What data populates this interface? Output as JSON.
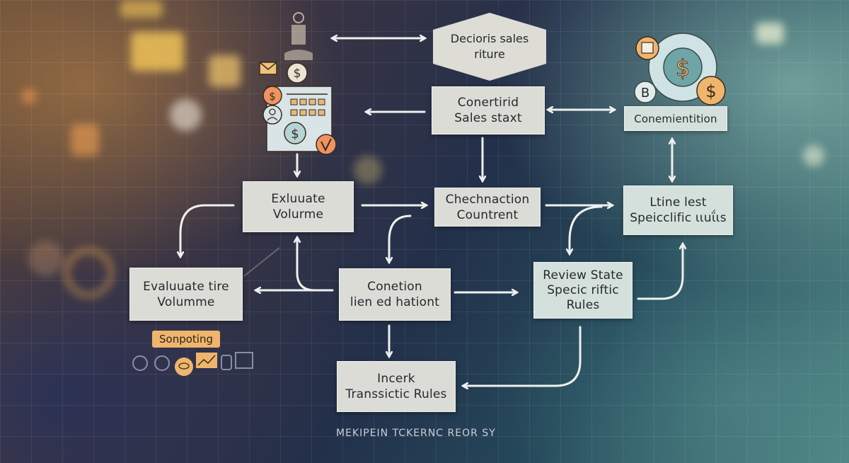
{
  "diagram": {
    "type": "flowchart",
    "footer": "MEKIPEIN TCKERNC REOR SY",
    "nodes": [
      {
        "id": "decision",
        "shape": "diamond",
        "line1": "Decioris sales",
        "line2": "riture"
      },
      {
        "id": "convert",
        "line1": "Conertirid",
        "line2": "Sales staxt"
      },
      {
        "id": "conemention",
        "line1": "Conemientition"
      },
      {
        "id": "evaluate-volume",
        "line1": "Exluuate",
        "line2": "Volurme"
      },
      {
        "id": "check-content",
        "line1": "Chechnaction",
        "line2": "Countrent"
      },
      {
        "id": "line-test",
        "line1": "Ltine lest",
        "line2": "Speicclific ιιuΐιs"
      },
      {
        "id": "evaluate-tire",
        "line1": "Evaluuate tire",
        "line2": "Volumme"
      },
      {
        "id": "conetion",
        "line1": "Conetion",
        "line2": "lien ed hationt"
      },
      {
        "id": "review-state",
        "line1": "Review State",
        "line2": "Specic riftic",
        "line3": "Rules"
      },
      {
        "id": "incerk",
        "line1": "Incerk",
        "line2": "Transsictic Rules"
      }
    ],
    "badge": "Sonpoting",
    "icons": [
      "dollar-coin-icon",
      "envelope-icon",
      "person-icon",
      "checklist-icon",
      "checkmark-icon",
      "bitcoin-icon",
      "trend-chart-icon",
      "speech-bubble-icon"
    ],
    "colors": {
      "node_bg": "#dcdcd6",
      "node_text": "#262a2e",
      "arrow": "#eef0ee",
      "accent_orange": "#efb56c",
      "coin_teal": "#a9cfd2"
    }
  }
}
